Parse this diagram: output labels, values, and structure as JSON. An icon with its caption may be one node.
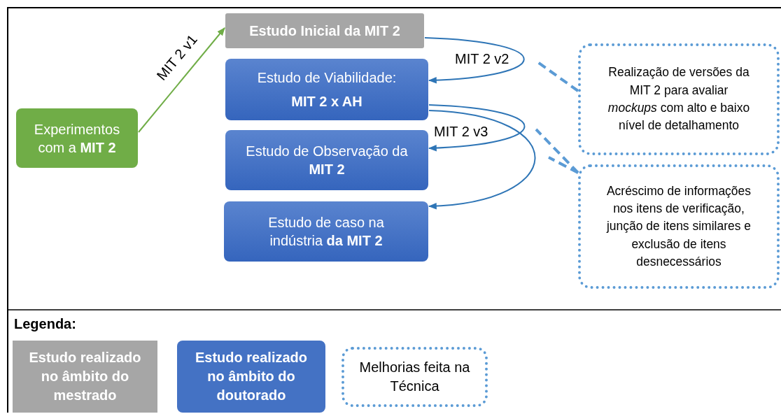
{
  "diagram": {
    "nodes": [
      {
        "text": [
          "Experimentos com a **MIT 2**"
        ]
      },
      {
        "text": [
          "Estudo Inicial da MIT 2"
        ]
      },
      {
        "text": [
          "Estudo de Viabilidade:",
          "**MIT 2 x AH**"
        ]
      },
      {
        "text": [
          "Estudo de Observação da **MIT 2**"
        ]
      },
      {
        "text": [
          "Estudo de caso na indústria **da MIT 2**"
        ]
      },
      {
        "text": [
          "Realização de versões da MIT 2 para avaliar *mockups* com alto e baixo nível de detalhamento"
        ]
      },
      {
        "text": [
          "Acréscimo de informações nos itens de verificação, junção de itens similares e exclusão de itens desnecessários"
        ]
      }
    ],
    "edges": [
      {
        "from": 0,
        "to": 1,
        "arrow": "to",
        "label": "MIT 2 v1",
        "color": "#70ad47"
      },
      {
        "from": 1,
        "to": 2,
        "arrow": "to",
        "label": "MIT 2 v2"
      },
      {
        "from": 2,
        "to": 3,
        "arrow": "to",
        "label": "MIT 2 v3"
      },
      {
        "from": 2,
        "to": 4,
        "arrow": "to"
      },
      {
        "from": 5,
        "to": null,
        "arrow": "none",
        "style": "dashed",
        "color": "#5b9bd5"
      },
      {
        "from": 6,
        "to": null,
        "arrow": "none",
        "style": "dashed",
        "color": "#5b9bd5"
      },
      {
        "from": 6,
        "to": null,
        "arrow": "none",
        "style": "dashed",
        "color": "#5b9bd5"
      }
    ],
    "labels": [
      "Legenda:"
    ],
    "legend": [
      {
        "text": "Estudo realizado no âmbito do mestrado",
        "color": "#a6a6a6"
      },
      {
        "text": "Estudo realizado no âmbito do doutorado",
        "color": "#4472c4"
      },
      {
        "text": "Melhorias feita na Técnica"
      }
    ]
  }
}
